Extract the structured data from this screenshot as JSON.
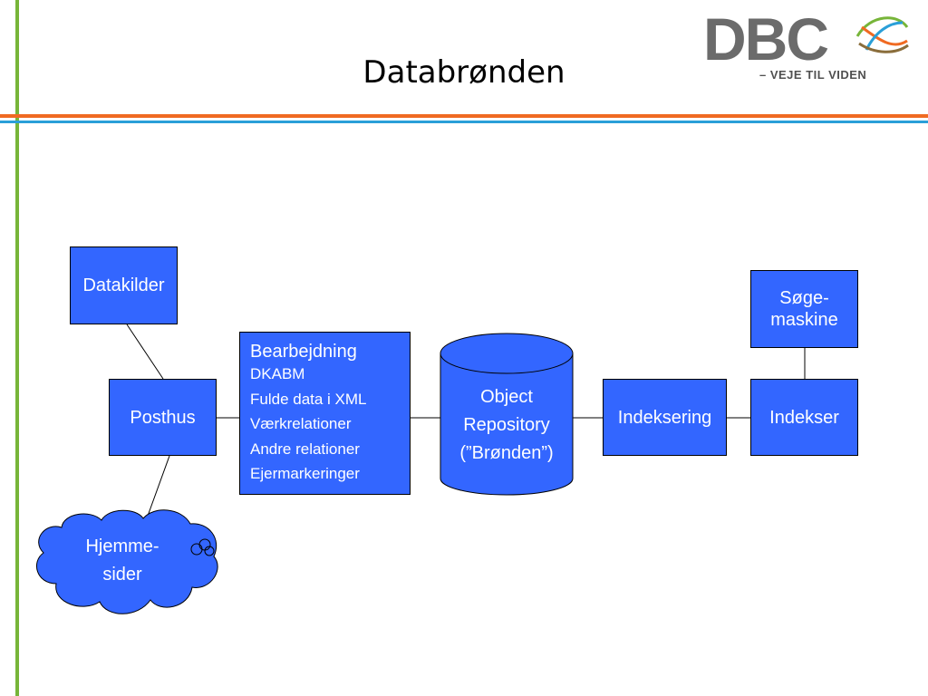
{
  "slide": {
    "title": "Databrønden"
  },
  "logo": {
    "wordmark": "DBC",
    "tagline": "– VEJE TIL VIDEN"
  },
  "nodes": {
    "datakilder": "Datakilder",
    "posthus": "Posthus",
    "hjemmesider": [
      "Hjemme-",
      "sider"
    ],
    "bearbejdning": {
      "heading": "Bearbejdning",
      "items": [
        "DKABM",
        "Fulde data i XML",
        "Værkrelationer",
        "Andre relationer",
        "Ejermarkeringer"
      ]
    },
    "repository": [
      "Object",
      "Repository",
      "(”Brønden”)"
    ],
    "indeksering": "Indeksering",
    "indekser": "Indekser",
    "soegemaskine": [
      "Søge-",
      "maskine"
    ]
  },
  "colors": {
    "node_fill": "#3366ff",
    "accent_orange": "#f06a22",
    "accent_blue": "#2a9fd8",
    "accent_green": "#77b539"
  }
}
